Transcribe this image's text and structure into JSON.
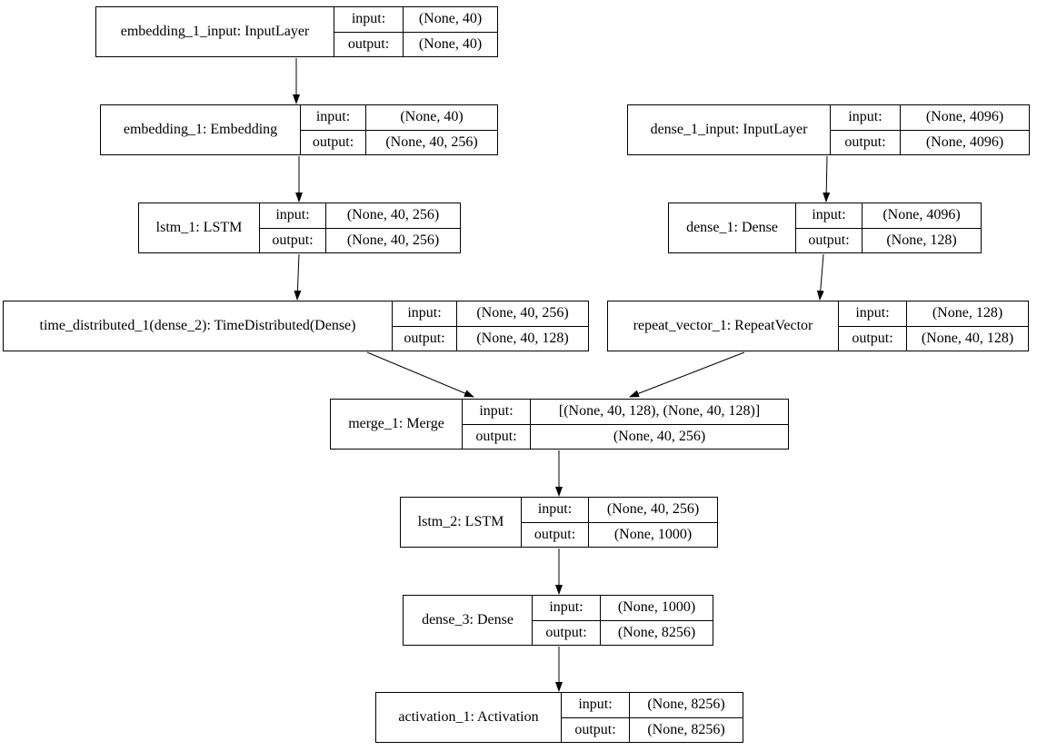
{
  "colors": {
    "background": "#ffffff",
    "node_border": "#000000",
    "edge": "#000000",
    "text": "#000000"
  },
  "nodes": [
    {
      "id": "embedding_1_input",
      "label": "embedding_1_input: InputLayer",
      "input_key": "input:",
      "output_key": "output:",
      "input_shape": "(None, 40)",
      "output_shape": "(None, 40)"
    },
    {
      "id": "embedding_1",
      "label": "embedding_1: Embedding",
      "input_key": "input:",
      "output_key": "output:",
      "input_shape": "(None, 40)",
      "output_shape": "(None, 40, 256)"
    },
    {
      "id": "lstm_1",
      "label": "lstm_1: LSTM",
      "input_key": "input:",
      "output_key": "output:",
      "input_shape": "(None, 40, 256)",
      "output_shape": "(None, 40, 256)"
    },
    {
      "id": "time_distributed_1",
      "label": "time_distributed_1(dense_2): TimeDistributed(Dense)",
      "input_key": "input:",
      "output_key": "output:",
      "input_shape": "(None, 40, 256)",
      "output_shape": "(None, 40, 128)"
    },
    {
      "id": "dense_1_input",
      "label": "dense_1_input: InputLayer",
      "input_key": "input:",
      "output_key": "output:",
      "input_shape": "(None, 4096)",
      "output_shape": "(None, 4096)"
    },
    {
      "id": "dense_1",
      "label": "dense_1: Dense",
      "input_key": "input:",
      "output_key": "output:",
      "input_shape": "(None, 4096)",
      "output_shape": "(None, 128)"
    },
    {
      "id": "repeat_vector_1",
      "label": "repeat_vector_1: RepeatVector",
      "input_key": "input:",
      "output_key": "output:",
      "input_shape": "(None, 128)",
      "output_shape": "(None, 40, 128)"
    },
    {
      "id": "merge_1",
      "label": "merge_1: Merge",
      "input_key": "input:",
      "output_key": "output:",
      "input_shape": "[(None, 40, 128), (None, 40, 128)]",
      "output_shape": "(None, 40, 256)"
    },
    {
      "id": "lstm_2",
      "label": "lstm_2: LSTM",
      "input_key": "input:",
      "output_key": "output:",
      "input_shape": "(None, 40, 256)",
      "output_shape": "(None, 1000)"
    },
    {
      "id": "dense_3",
      "label": "dense_3: Dense",
      "input_key": "input:",
      "output_key": "output:",
      "input_shape": "(None, 1000)",
      "output_shape": "(None, 8256)"
    },
    {
      "id": "activation_1",
      "label": "activation_1: Activation",
      "input_key": "input:",
      "output_key": "output:",
      "input_shape": "(None, 8256)",
      "output_shape": "(None, 8256)"
    }
  ],
  "edges": [
    {
      "from": "embedding_1_input",
      "to": "embedding_1"
    },
    {
      "from": "embedding_1",
      "to": "lstm_1"
    },
    {
      "from": "lstm_1",
      "to": "time_distributed_1"
    },
    {
      "from": "dense_1_input",
      "to": "dense_1"
    },
    {
      "from": "dense_1",
      "to": "repeat_vector_1"
    },
    {
      "from": "time_distributed_1",
      "to": "merge_1"
    },
    {
      "from": "repeat_vector_1",
      "to": "merge_1"
    },
    {
      "from": "merge_1",
      "to": "lstm_2"
    },
    {
      "from": "lstm_2",
      "to": "dense_3"
    },
    {
      "from": "dense_3",
      "to": "activation_1"
    }
  ]
}
